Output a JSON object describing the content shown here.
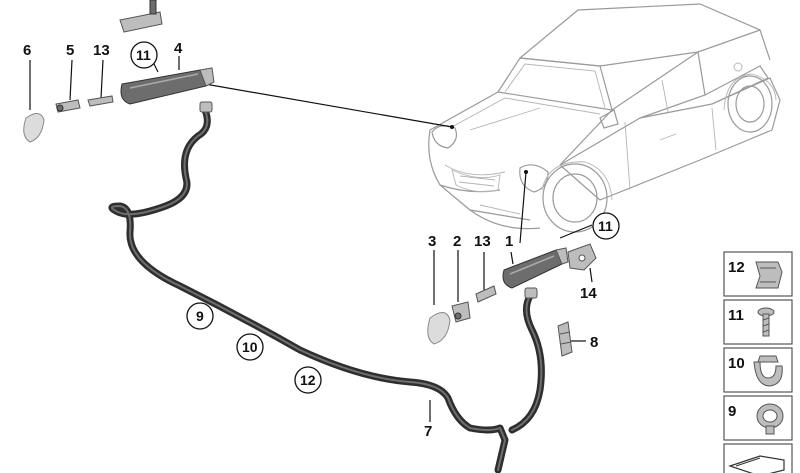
{
  "diagram": {
    "callouts": {
      "n6": "6",
      "n5": "5",
      "n13a": "13",
      "n11a": "11",
      "n4": "4",
      "n3": "3",
      "n2": "2",
      "n13b": "13",
      "n1": "1",
      "n11b": "11",
      "n14": "14",
      "n8": "8",
      "n9": "9",
      "n10": "10",
      "n12": "12",
      "n7": "7"
    },
    "legend": {
      "items": [
        {
          "number": "12",
          "icon": "clip-icon"
        },
        {
          "number": "11",
          "icon": "screw-icon"
        },
        {
          "number": "10",
          "icon": "hose-clip-icon"
        },
        {
          "number": "9",
          "icon": "hose-clamp-icon"
        },
        {
          "number": "",
          "icon": "arrow-tab-icon"
        }
      ]
    }
  }
}
